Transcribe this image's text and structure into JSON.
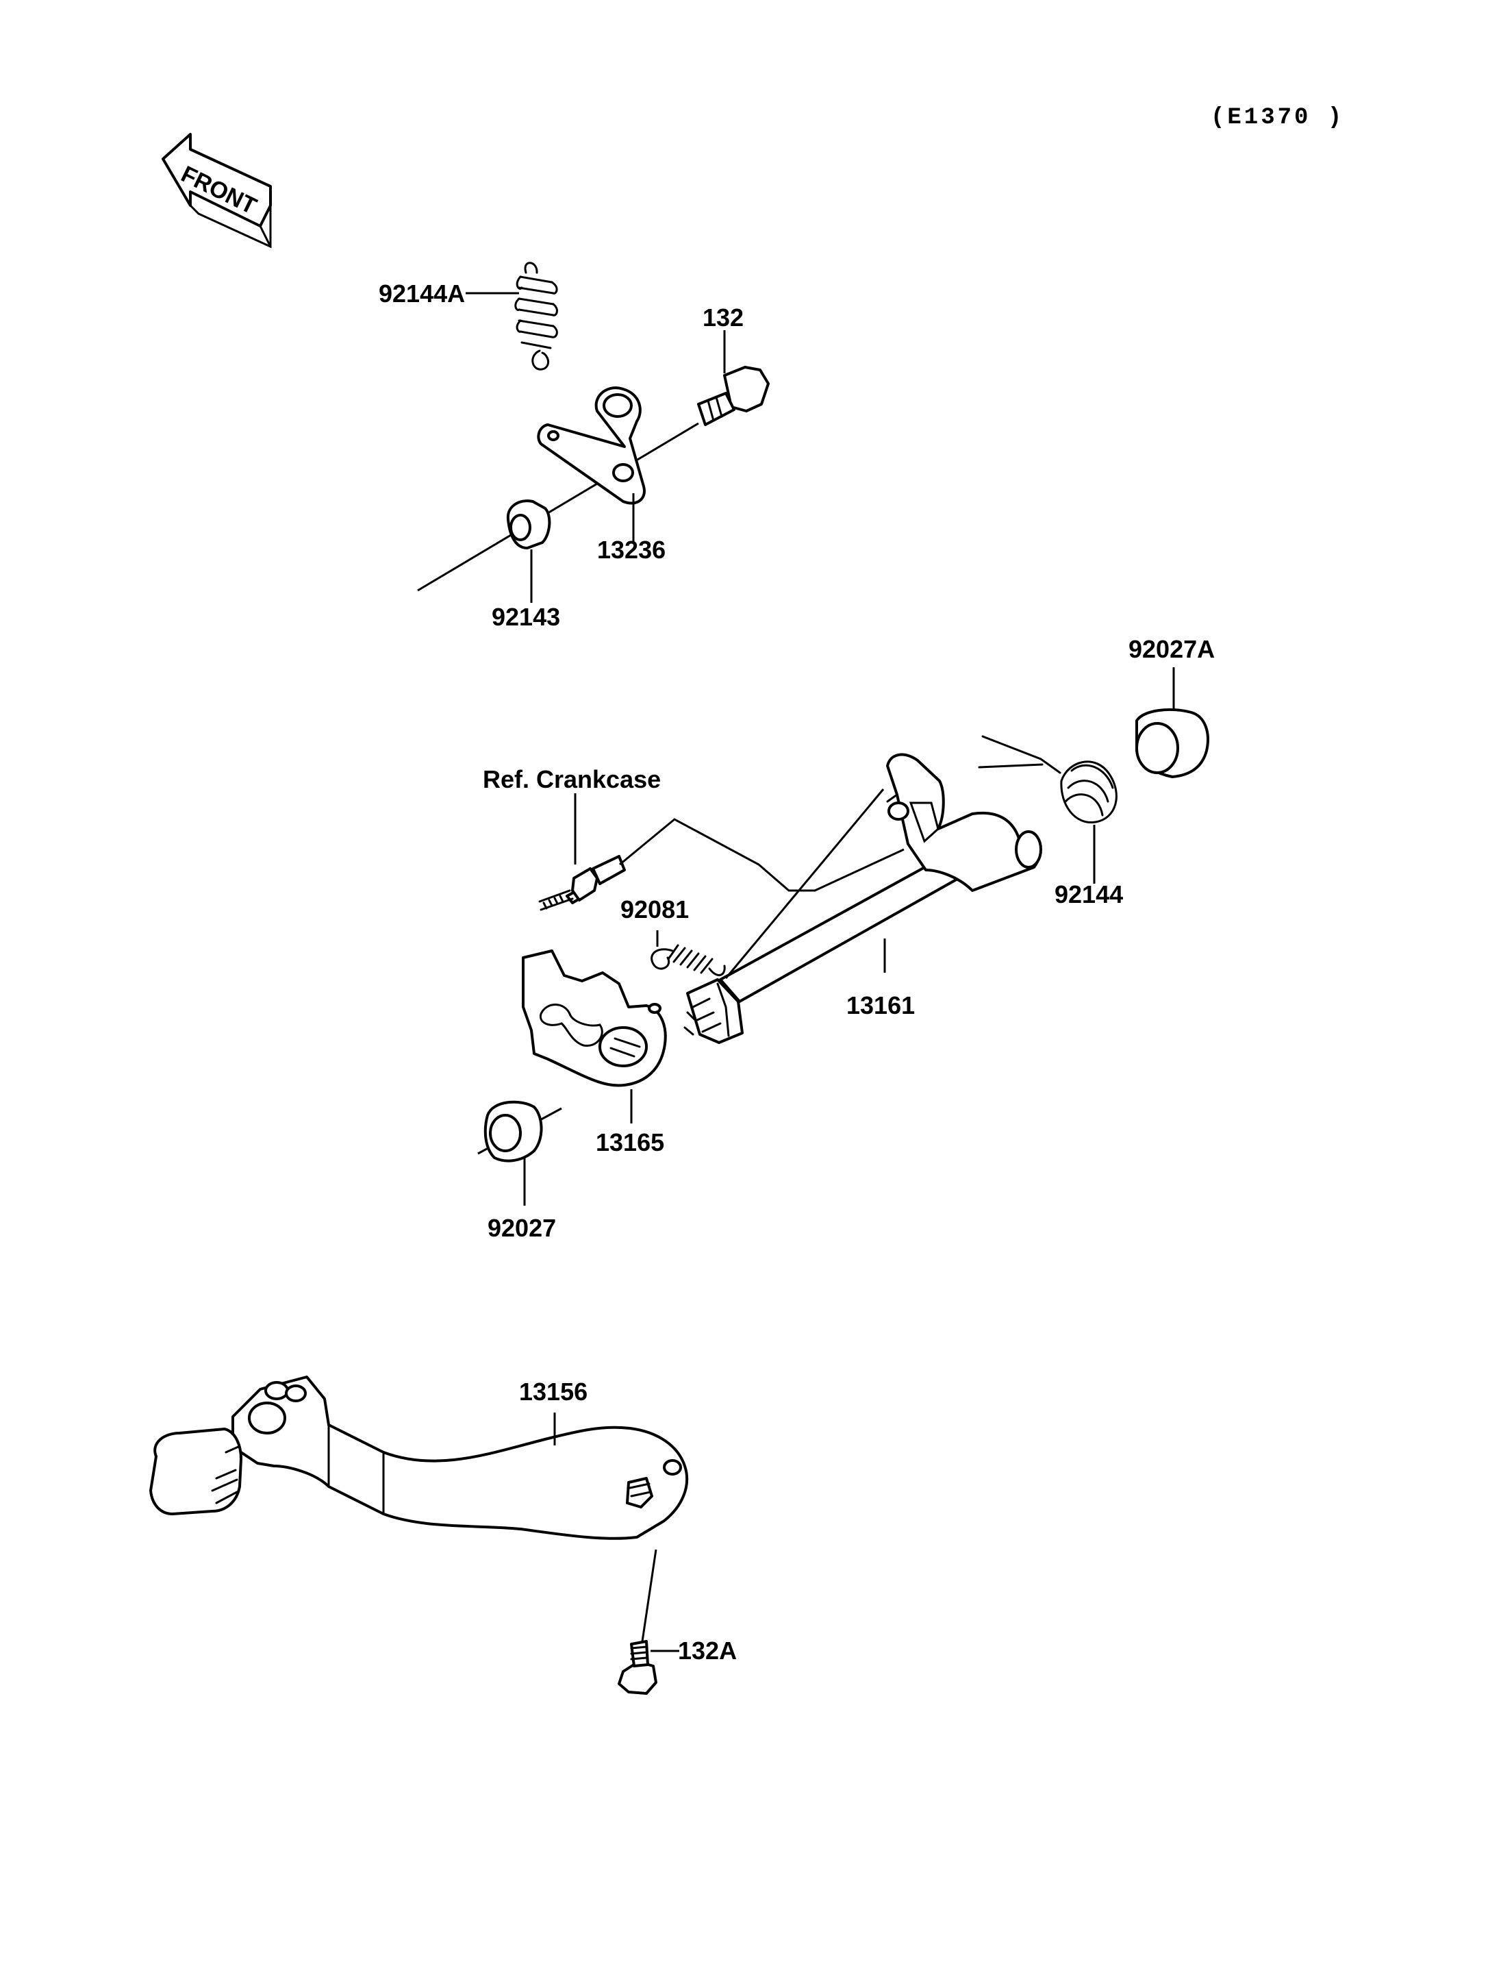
{
  "header": {
    "drawing_code": "(E1370 )"
  },
  "direction_marker": {
    "text": "FRONT",
    "icon": "front-arrow-icon"
  },
  "labels": {
    "spring_a": "92144A",
    "bolt_132": "132",
    "arm_13236": "13236",
    "collar_92143": "92143",
    "seal_92027a": "92027A",
    "ref_crankcase": "Ref. Crankcase",
    "spring_92081": "92081",
    "spring_92144": "92144",
    "shaft_13161": "13161",
    "plate_13165": "13165",
    "seal_92027": "92027",
    "pedal_13156": "13156",
    "bolt_132a": "132A"
  }
}
